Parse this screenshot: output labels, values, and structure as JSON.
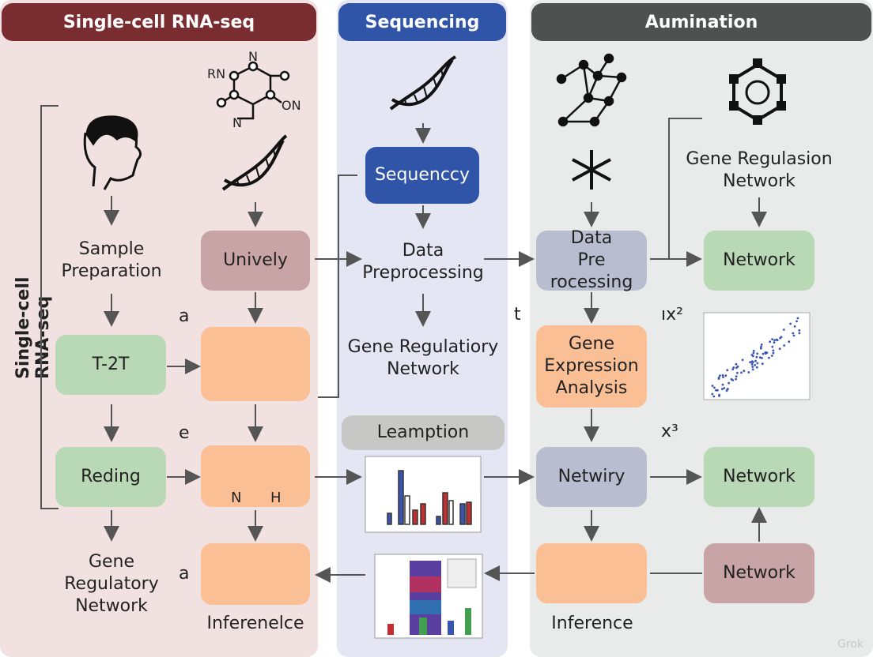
{
  "headers": {
    "left": "Single-cell RNA-seq",
    "mid": "Sequencing",
    "right": "Aumination"
  },
  "vertical_label": "Single-cell RNA-seq",
  "left": {
    "sample_prep": "Sample\nPreparation",
    "t2t": "T-2T",
    "reding": "Reding",
    "gene_reg": "Gene\nRegulatory\nNetwork",
    "unively": "Unively",
    "inference": "Inferenelcе",
    "letter_a1": "a",
    "letter_e": "e",
    "letter_a2": "a",
    "molecule_rn": "RN",
    "molecule_n": "N",
    "molecule_on": "ON",
    "molecule_n2": "N",
    "axis_n": "N",
    "axis_h": "H"
  },
  "mid": {
    "sequencing_box": "Sequencсy",
    "data_preproc": "Data\nPreprocessing",
    "gene_reg": "Gene Regulatiory\nNetwork",
    "leamption": "Leamption"
  },
  "right": {
    "data_preproc": "Data\nPre rocessing",
    "gene_expr": "Gene\nExpression\nAnalysis",
    "netwiry": "Netwiry",
    "inference": "Inference",
    "gene_reg_title": "Gene Regulasion\nNetwork",
    "network1": "Network",
    "network2": "Network",
    "network3": "Network",
    "letter_t": "t",
    "label_ix2": "ıx²",
    "label_x3": "x³"
  },
  "watermark": "Grok",
  "colors": {
    "left_bg": "#f1e1e1",
    "mid_bg": "#e4e6f3",
    "right_bg": "#e8ebea",
    "green": "#b9d8b5",
    "pink": "#c9a4a6",
    "orange": "#fbbf95",
    "gray": "#b9bdd0",
    "blue": "#2f54a8"
  }
}
